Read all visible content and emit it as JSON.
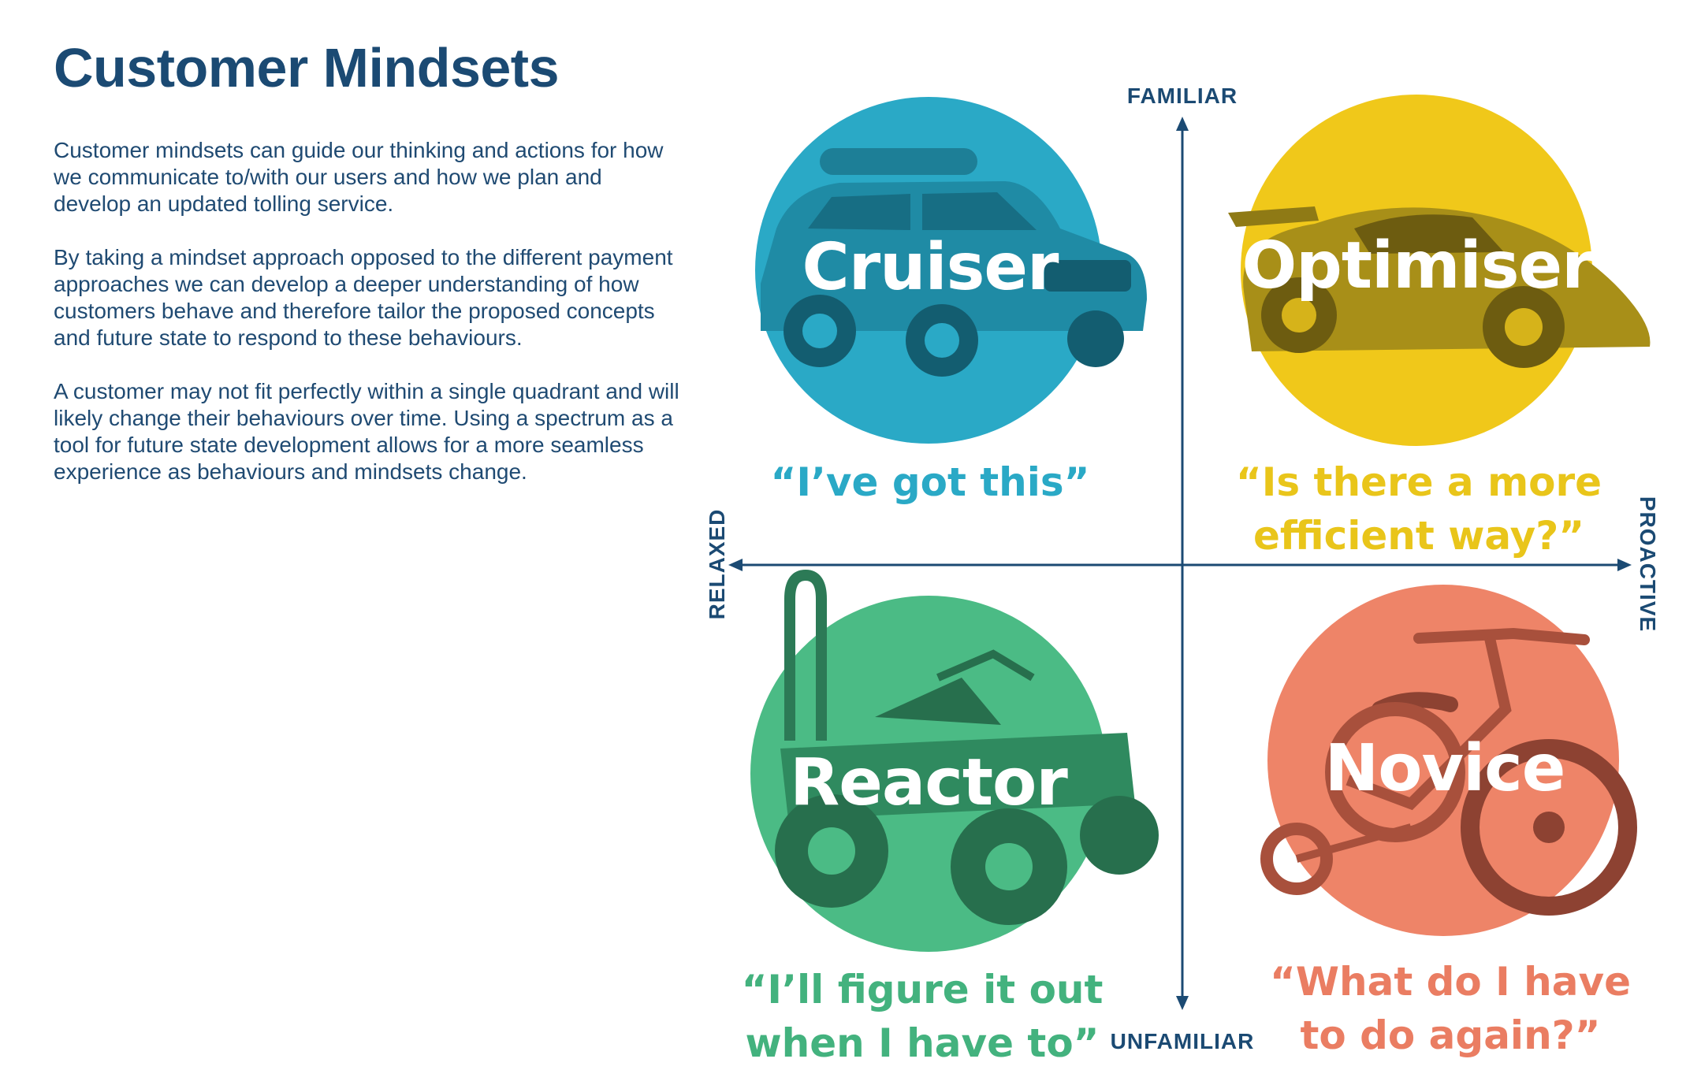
{
  "title": "Customer Mindsets",
  "intro": {
    "paragraphs": [
      "Customer mindsets can guide our thinking and actions for how we communicate to/with our users and how we plan and develop an updated tolling service.",
      "By taking a mindset approach opposed to the different payment approaches we can develop a deeper understanding of how customers behave and therefore tailor the proposed concepts and future state to respond to these behaviours.",
      "A customer may not fit perfectly within a single quadrant and will likely change their behaviours over time. Using a spectrum as a tool for future state development allows for a more seamless experience as behaviours and mindsets change."
    ]
  },
  "axes": {
    "top": "FAMILIAR",
    "bottom": "UNFAMILIAR",
    "left": "RELAXED",
    "right": "PROACTIVE"
  },
  "quadrants": {
    "cruiser": {
      "name": "Cruiser",
      "quote_lines": [
        "“I’ve got this”"
      ],
      "color": "#2aa9c6",
      "icon": "suv-car-icon"
    },
    "optimiser": {
      "name": "Optimiser",
      "quote_lines": [
        "“Is there a more",
        "efficient way?”"
      ],
      "color": "#f0c81a",
      "icon": "sports-car-icon"
    },
    "reactor": {
      "name": "Reactor",
      "quote_lines": [
        "“I’ll figure it out",
        "when I have to”"
      ],
      "color": "#4bbb85",
      "icon": "quad-bike-icon"
    },
    "novice": {
      "name": "Novice",
      "quote_lines": [
        "“What do I have",
        "to do again?”"
      ],
      "color": "#ee8468",
      "icon": "training-bike-icon"
    }
  },
  "colors": {
    "heading": "#1b4a73",
    "axis": "#1b4a73"
  }
}
